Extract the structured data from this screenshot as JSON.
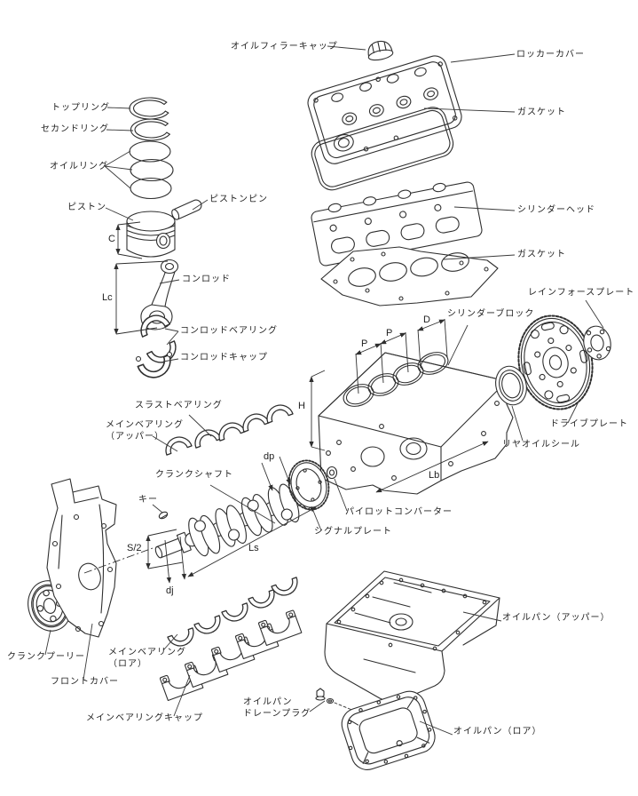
{
  "diagram": {
    "type": "engine-exploded-view",
    "labels": {
      "oil_filler_cap": "オイルフィラーキャップ",
      "rocker_cover": "ロッカーカバー",
      "rocker_cover_gasket": "ガスケット",
      "cylinder_head": "シリンダーヘッド",
      "cylinder_head_gasket": "ガスケット",
      "top_ring": "トップリング",
      "second_ring": "セカンドリング",
      "oil_ring": "オイルリング",
      "piston": "ピストン",
      "piston_pin": "ピストンピン",
      "connecting_rod": "コンロッド",
      "connecting_rod_bearing": "コンロッドベアリング",
      "connecting_rod_cap": "コンロッドキャップ",
      "cylinder_block": "シリンダーブロック",
      "reinforce_plate": "レインフォースプレート",
      "drive_plate": "ドライブプレート",
      "rear_oil_seal": "リヤオイルシール",
      "thrust_bearing": "スラストベアリング",
      "main_bearing_upper_1": "メインベアリング",
      "main_bearing_upper_2": "（アッパー）",
      "crankshaft": "クランクシャフト",
      "key": "キー",
      "pilot_converter": "パイロットコンバーター",
      "signal_plate": "シグナルプレート",
      "crank_pulley": "クランクプーリー",
      "front_cover": "フロントカバー",
      "main_bearing_lower_1": "メインベアリング",
      "main_bearing_lower_2": "（ロア）",
      "main_bearing_cap": "メインベアリングキャップ",
      "oil_pan_upper": "オイルパン（アッパー）",
      "oil_pan_drain_plug_1": "オイルパン",
      "oil_pan_drain_plug_2": "ドレーンプラグ",
      "oil_pan_lower": "オイルパン（ロア）"
    },
    "dimensions": {
      "clearance": "C",
      "rod_length": "Lc",
      "block_height": "H",
      "bore_pitch_1": "P",
      "bore_pitch_2": "P",
      "bore_diameter": "D",
      "block_length": "Lb",
      "pin_diameter": "dp",
      "half_stroke": "S/2",
      "crank_length": "Ls",
      "journal_diameter": "dj"
    },
    "colors": {
      "background": "#ffffff",
      "line": "#2f2f2f"
    }
  }
}
